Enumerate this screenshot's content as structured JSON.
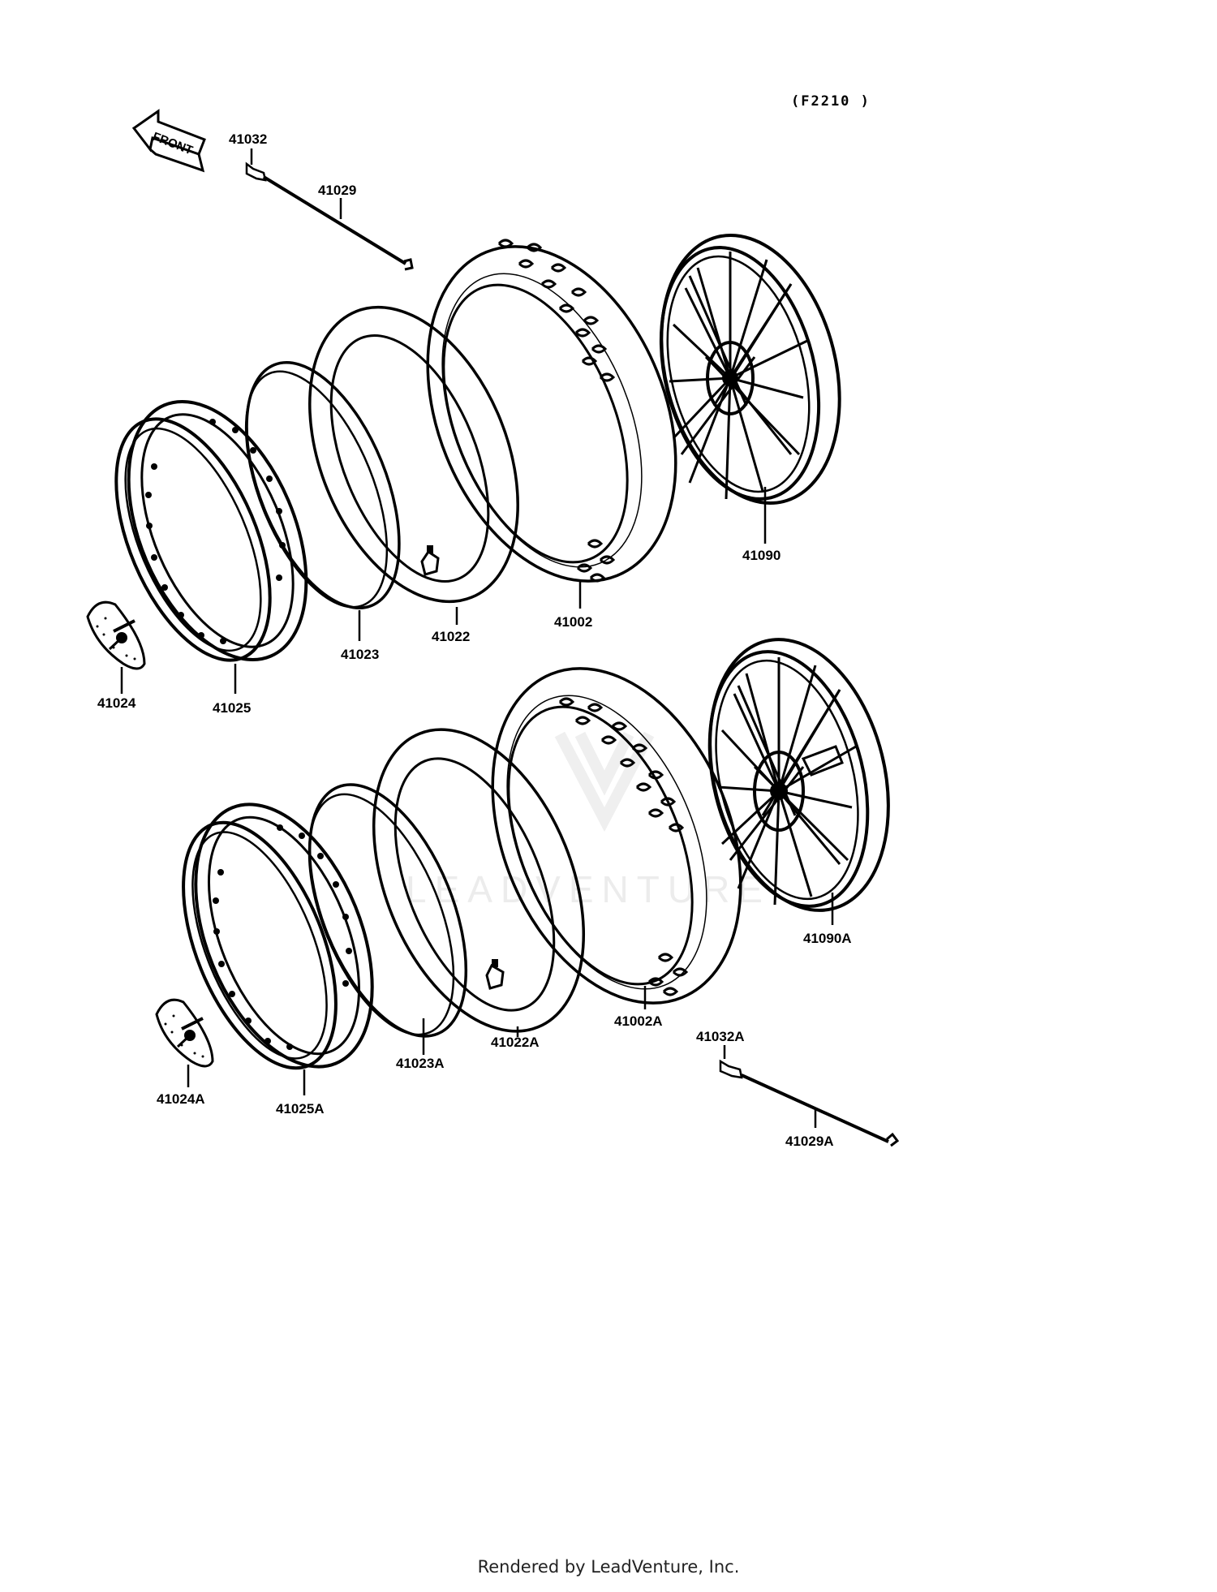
{
  "diagram_code": "(F2210 )",
  "front_label": "FRONT",
  "watermark": "LEADVENTURE",
  "footer": "Rendered by LeadVenture, Inc.",
  "callouts": {
    "c41032": "41032",
    "c41029": "41029",
    "c41090": "41090",
    "c41002": "41002",
    "c41022": "41022",
    "c41023": "41023",
    "c41024": "41024",
    "c41025": "41025",
    "c41090A": "41090A",
    "c41002A": "41002A",
    "c41022A": "41022A",
    "c41023A": "41023A",
    "c41024A": "41024A",
    "c41025A": "41025A",
    "c41032A": "41032A",
    "c41029A": "41029A"
  }
}
